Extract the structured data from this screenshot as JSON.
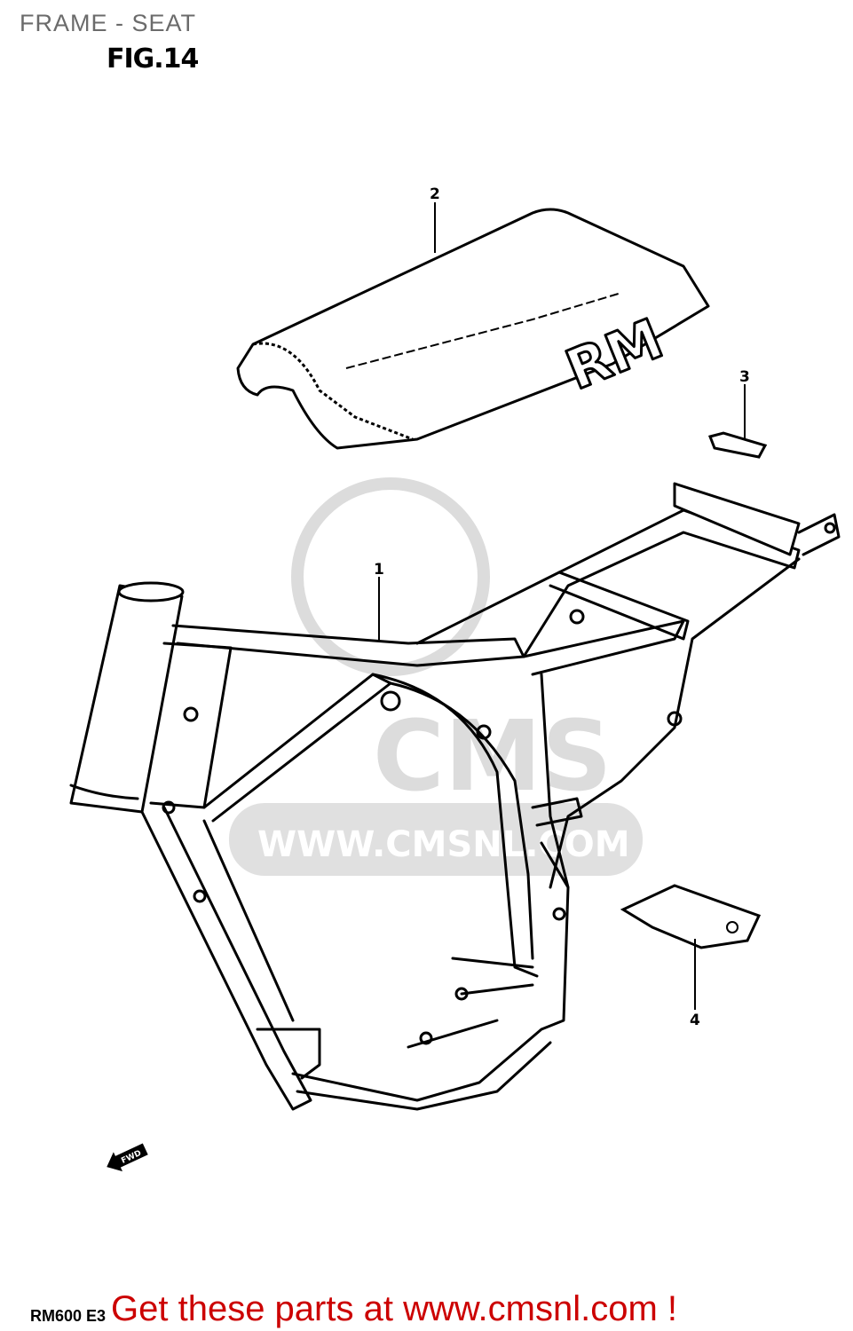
{
  "header": {
    "title": "FRAME - SEAT",
    "figure": "FIG.14"
  },
  "callouts": [
    {
      "number": "1",
      "part": "frame"
    },
    {
      "number": "2",
      "part": "seat"
    },
    {
      "number": "3"
    },
    {
      "number": "4"
    }
  ],
  "seat_logo": "RM",
  "direction_arrow": {
    "label": "FWD",
    "icon": "arrow-left-icon"
  },
  "watermark": {
    "text": "WWW.CMSNL.COM",
    "logo_text": "CMS",
    "color": "#d9d9d9"
  },
  "footer": {
    "model_code": "RM600 E3",
    "promo": "Get these parts at www.cmsnl.com !",
    "promo_color": "#cc0000"
  }
}
